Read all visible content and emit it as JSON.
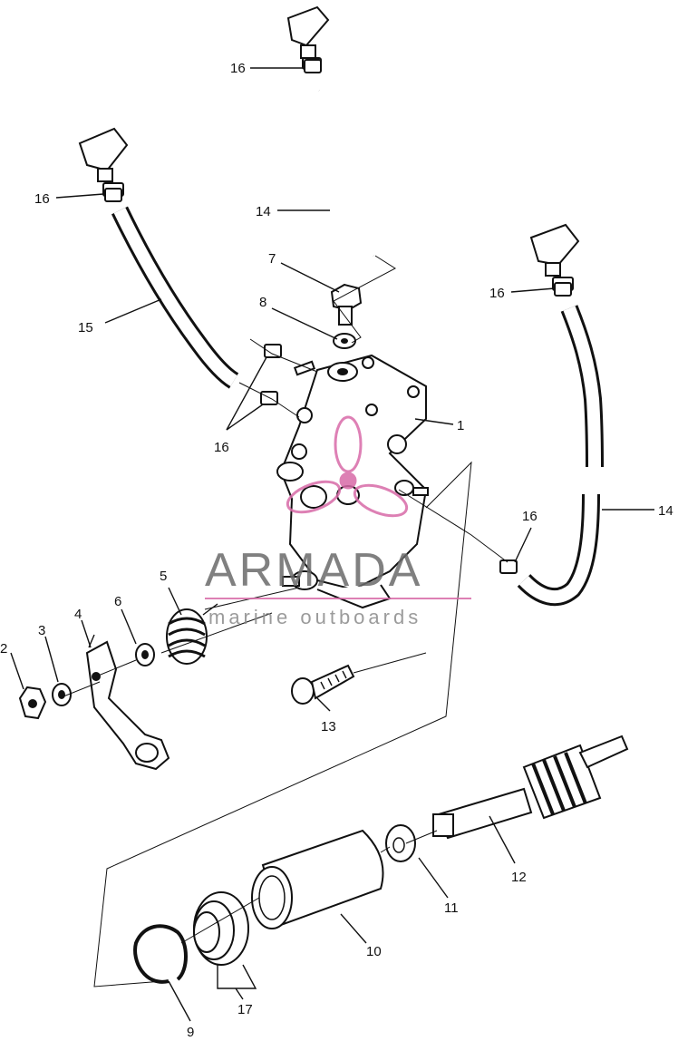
{
  "watermark": {
    "brand": "ARMADA",
    "tagline": "marine outboards",
    "accent_color": "#d86aa8"
  },
  "callouts": {
    "c1": "1",
    "c2": "2",
    "c3": "3",
    "c4": "4",
    "c5": "5",
    "c6": "6",
    "c7": "7",
    "c8": "8",
    "c9": "9",
    "c10": "10",
    "c11": "11",
    "c12": "12",
    "c13": "13",
    "c14a": "14",
    "c14b": "14",
    "c15": "15",
    "c16a": "16",
    "c16b": "16",
    "c16c": "16",
    "c16d": "16",
    "c16e": "16",
    "c17": "17"
  }
}
